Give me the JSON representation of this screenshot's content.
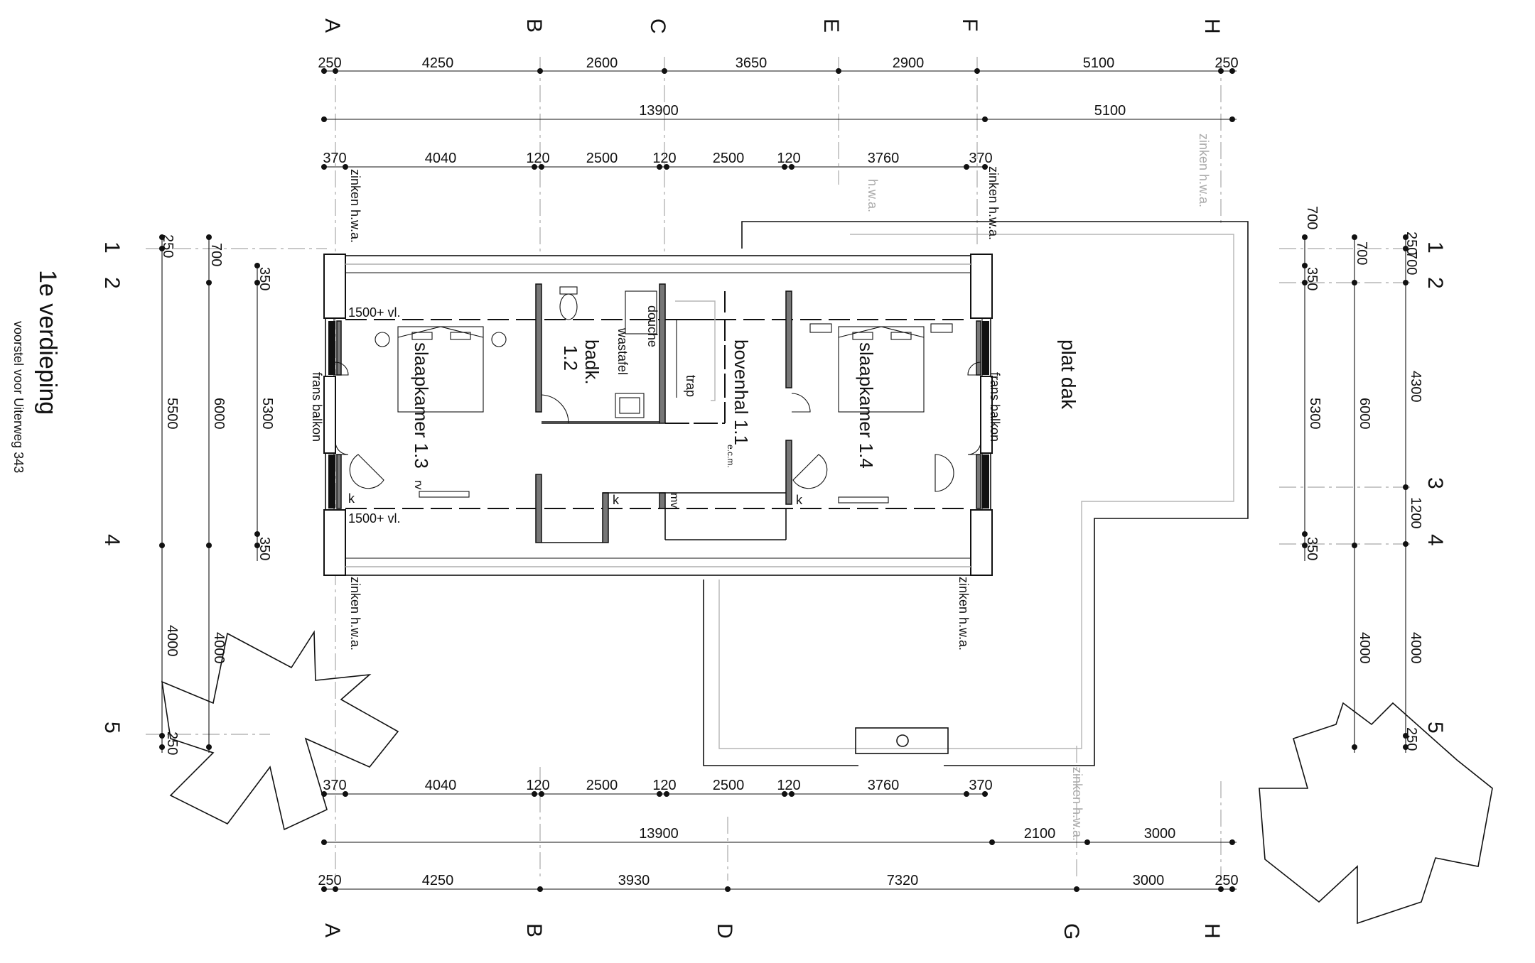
{
  "title": {
    "main": "1e verdieping",
    "sub": "voorstel voor Uiterweg 343"
  },
  "grid_axes": {
    "top": [
      "A",
      "B",
      "C",
      "E",
      "F",
      "H"
    ],
    "bottom": [
      "A",
      "B",
      "D",
      "G",
      "H"
    ],
    "left": [
      "1",
      "2",
      "4",
      "5"
    ],
    "right": [
      "1",
      "2",
      "3",
      "4",
      "5"
    ]
  },
  "dimensions": {
    "top_row1": [
      "250",
      "4250",
      "2600",
      "3650",
      "2900",
      "5100",
      "250"
    ],
    "top_row2": [
      "13900",
      "5100"
    ],
    "top_row3": [
      "370",
      "4040",
      "120",
      "2500",
      "120",
      "2500",
      "120",
      "3760",
      "370"
    ],
    "bottom_row1": [
      "370",
      "4040",
      "120",
      "2500",
      "120",
      "2500",
      "120",
      "3760",
      "370"
    ],
    "bottom_row2": [
      "13900",
      "2100",
      "3000"
    ],
    "bottom_row3": [
      "250",
      "4250",
      "3930",
      "7320",
      "3000",
      "250"
    ],
    "left_col1": [
      "250",
      "5500",
      "4000",
      "250"
    ],
    "left_col2": [
      "700",
      "6000",
      "4000"
    ],
    "left_col3": [
      "350",
      "5300",
      "350"
    ],
    "right_col1": [
      "700",
      "350",
      "5300",
      "350"
    ],
    "right_col2": [
      "700",
      "6000",
      "4000"
    ],
    "right_col3": [
      "250",
      "700",
      "4300",
      "1200",
      "4000",
      "250"
    ]
  },
  "rooms": {
    "slaapkamer_13": "slaapkamer 1.3",
    "slaapkamer_13_suffix": "rv",
    "badk_name": "badk.",
    "badk_number": "1.2",
    "bovenhal": "bovenhal 1.1",
    "slaapkamer_14": "slaapkamer 1.4",
    "plat_dak": "plat dak"
  },
  "annotations": {
    "level_top": "1500+ vl.",
    "level_bottom": "1500+ vl.",
    "frans_balkon": "frans balkon",
    "zinken": "zinken h.w.a.",
    "hwa": "h.w.a.",
    "douche": "douche",
    "wastafel": "wastafel",
    "trap": "trap",
    "k": "k",
    "mv": "mv",
    "cm": "e.c.m."
  }
}
